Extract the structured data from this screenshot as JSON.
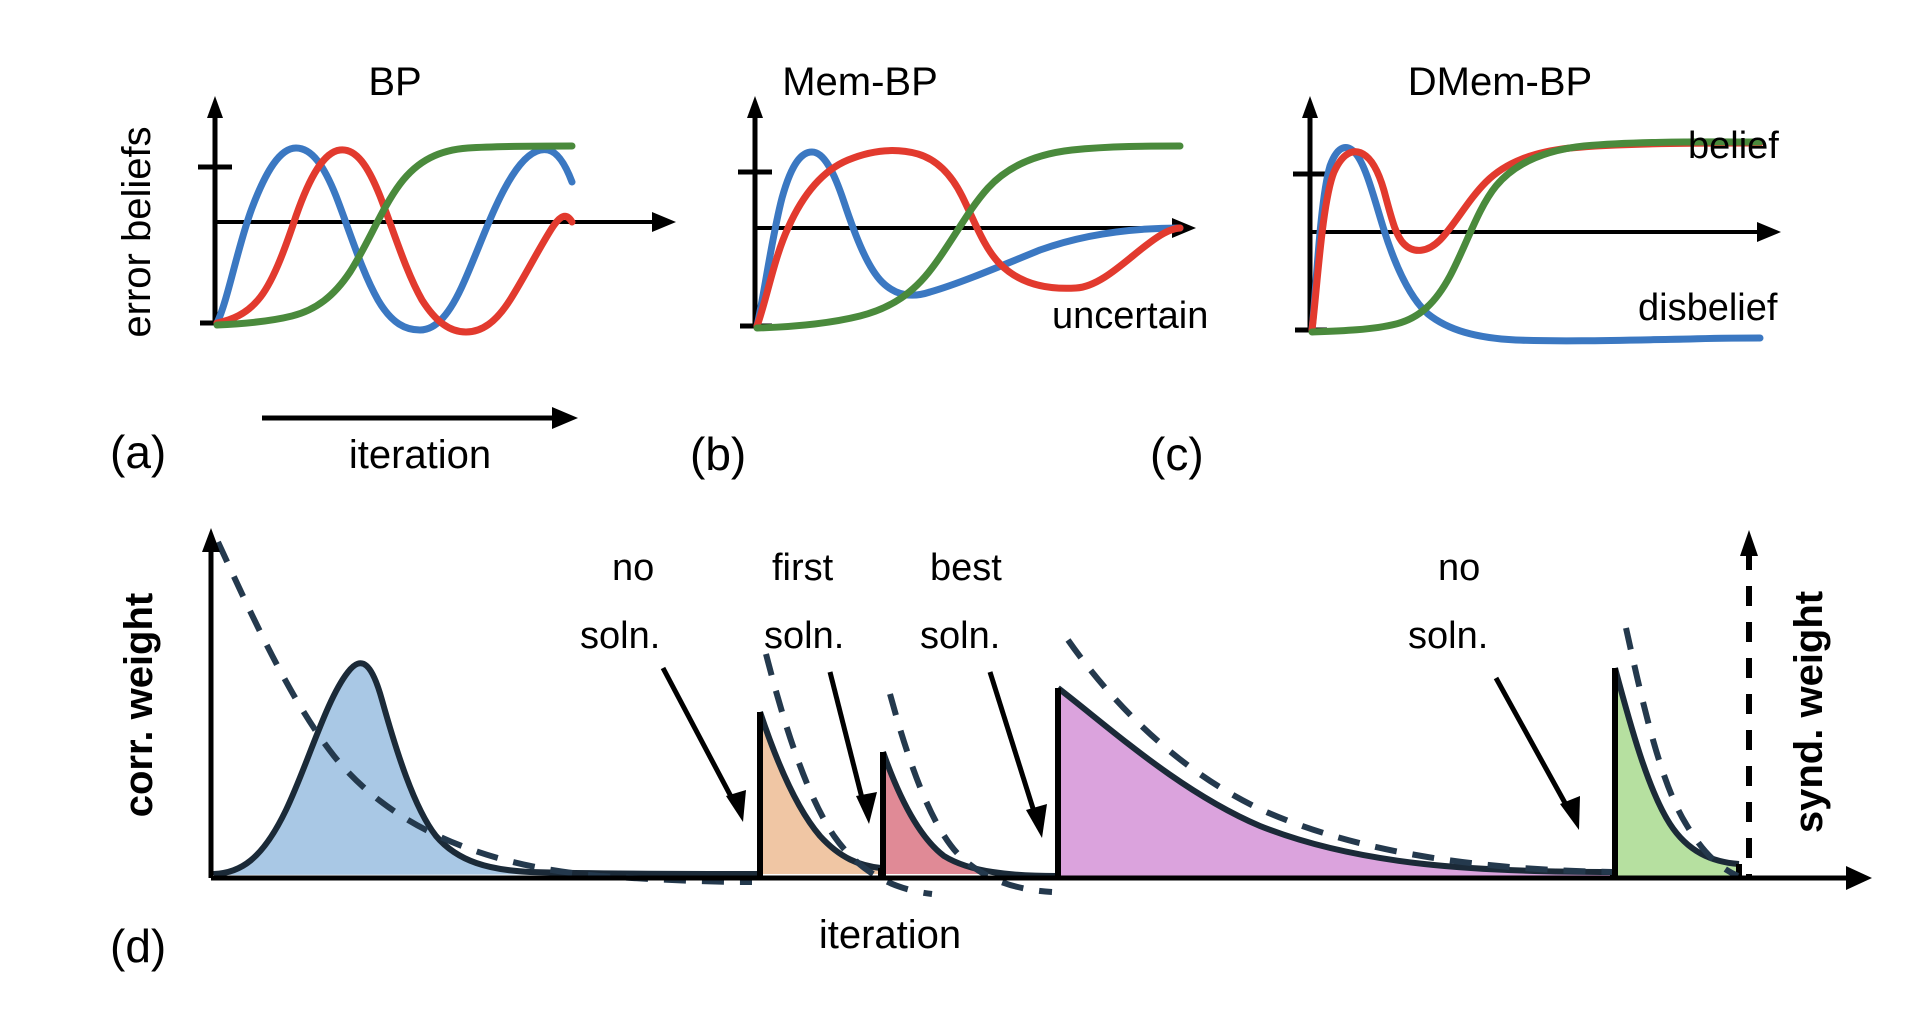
{
  "figure": {
    "background": "#ffffff",
    "colors": {
      "blue_curve": "#3b78c2",
      "red_curve": "#e23a2e",
      "green_curve": "#4a8a3c",
      "axis": "#000000",
      "region_blue": "#a9c8e5",
      "region_orange": "#f0c6a4",
      "region_red": "#e08a96",
      "region_purple": "#dba3dd",
      "region_green": "#b6e0a0",
      "region_outline": "#1b2a38",
      "dash_line": "#24394d"
    }
  },
  "panels": {
    "a": {
      "tag": "(a)",
      "title": "BP",
      "y_axis_label": "error beliefs",
      "x_axis_label": "iteration"
    },
    "b": {
      "tag": "(b)",
      "title": "Mem-BP",
      "annotation": "uncertain"
    },
    "c": {
      "tag": "(c)",
      "title": "DMem-BP",
      "label_belief": "belief",
      "label_disbelief": "disbelief"
    },
    "d": {
      "tag": "(d)",
      "y_axis_label_left": "corr. weight",
      "y_axis_label_right": "synd. weight",
      "x_axis_label": "iteration",
      "annotations": [
        {
          "line1": "no",
          "line2": "soln."
        },
        {
          "line1": "first",
          "line2": "soln."
        },
        {
          "line1": "best",
          "line2": "soln."
        },
        {
          "line1": "no",
          "line2": "soln."
        }
      ]
    }
  },
  "chart_data": [
    {
      "type": "line",
      "title": "BP",
      "xlabel": "iteration",
      "ylabel": "error beliefs",
      "grid": false,
      "legend": "none",
      "xlim": [
        0,
        1
      ],
      "ylim": [
        -1.05,
        1.25
      ],
      "series": [
        {
          "name": "blue",
          "color": "#3b78c2",
          "points": [
            [
              0.0,
              -1.0
            ],
            [
              0.07,
              -0.2
            ],
            [
              0.14,
              0.65
            ],
            [
              0.2,
              0.95
            ],
            [
              0.27,
              0.95
            ],
            [
              0.35,
              0.45
            ],
            [
              0.45,
              -0.4
            ],
            [
              0.55,
              -0.95
            ],
            [
              0.62,
              -0.97
            ],
            [
              0.72,
              -0.35
            ],
            [
              0.82,
              0.55
            ],
            [
              0.9,
              0.92
            ],
            [
              0.96,
              0.85
            ],
            [
              1.0,
              0.55
            ]
          ]
        },
        {
          "name": "red",
          "color": "#e23a2e",
          "points": [
            [
              0.0,
              -1.0
            ],
            [
              0.08,
              -0.9
            ],
            [
              0.17,
              -0.45
            ],
            [
              0.26,
              0.45
            ],
            [
              0.33,
              0.9
            ],
            [
              0.4,
              0.97
            ],
            [
              0.48,
              0.65
            ],
            [
              0.57,
              -0.1
            ],
            [
              0.67,
              -0.8
            ],
            [
              0.76,
              -1.0
            ],
            [
              0.85,
              -0.85
            ],
            [
              0.93,
              -0.4
            ],
            [
              1.0,
              0.0
            ]
          ]
        },
        {
          "name": "green",
          "color": "#4a8a3c",
          "points": [
            [
              0.0,
              -1.0
            ],
            [
              0.12,
              -0.97
            ],
            [
              0.25,
              -0.88
            ],
            [
              0.36,
              -0.7
            ],
            [
              0.46,
              -0.35
            ],
            [
              0.56,
              0.2
            ],
            [
              0.66,
              0.65
            ],
            [
              0.76,
              0.9
            ],
            [
              0.86,
              0.97
            ],
            [
              1.0,
              0.98
            ]
          ]
        }
      ]
    },
    {
      "type": "line",
      "title": "Mem-BP",
      "xlabel": "",
      "ylabel": "",
      "annotation": "uncertain",
      "grid": false,
      "xlim": [
        0,
        1
      ],
      "ylim": [
        -1.05,
        1.25
      ],
      "series": [
        {
          "name": "blue",
          "color": "#3b78c2",
          "points": [
            [
              0.0,
              -1.0
            ],
            [
              0.05,
              -0.3
            ],
            [
              0.12,
              0.6
            ],
            [
              0.18,
              0.93
            ],
            [
              0.25,
              0.8
            ],
            [
              0.33,
              0.25
            ],
            [
              0.42,
              -0.35
            ],
            [
              0.52,
              -0.62
            ],
            [
              0.62,
              -0.55
            ],
            [
              0.72,
              -0.4
            ],
            [
              0.84,
              -0.2
            ],
            [
              0.94,
              -0.1
            ],
            [
              1.0,
              -0.08
            ]
          ]
        },
        {
          "name": "red",
          "color": "#e23a2e",
          "points": [
            [
              0.0,
              -1.0
            ],
            [
              0.07,
              -0.4
            ],
            [
              0.15,
              0.2
            ],
            [
              0.25,
              0.7
            ],
            [
              0.35,
              0.92
            ],
            [
              0.43,
              0.95
            ],
            [
              0.52,
              0.78
            ],
            [
              0.62,
              0.45
            ],
            [
              0.72,
              0.15
            ],
            [
              0.82,
              -0.02
            ],
            [
              0.92,
              -0.07
            ],
            [
              1.0,
              -0.08
            ]
          ]
        },
        {
          "name": "green",
          "color": "#4a8a3c",
          "points": [
            [
              0.0,
              -1.0
            ],
            [
              0.12,
              -0.95
            ],
            [
              0.25,
              -0.88
            ],
            [
              0.38,
              -0.7
            ],
            [
              0.5,
              -0.35
            ],
            [
              0.6,
              0.15
            ],
            [
              0.7,
              0.6
            ],
            [
              0.8,
              0.85
            ],
            [
              0.9,
              0.95
            ],
            [
              1.0,
              0.97
            ]
          ]
        }
      ]
    },
    {
      "type": "line",
      "title": "DMem-BP",
      "xlabel": "",
      "ylabel": "",
      "annotations": [
        "belief",
        "disbelief"
      ],
      "grid": false,
      "xlim": [
        0,
        1
      ],
      "ylim": [
        -1.05,
        1.25
      ],
      "series": [
        {
          "name": "blue",
          "color": "#3b78c2",
          "points": [
            [
              0.0,
              -1.0
            ],
            [
              0.02,
              -0.2
            ],
            [
              0.05,
              0.55
            ],
            [
              0.08,
              0.85
            ],
            [
              0.12,
              0.82
            ],
            [
              0.2,
              0.45
            ],
            [
              0.3,
              -0.05
            ],
            [
              0.4,
              -0.5
            ],
            [
              0.5,
              -0.78
            ],
            [
              0.6,
              -0.9
            ],
            [
              0.72,
              -0.96
            ],
            [
              0.85,
              -0.98
            ],
            [
              1.0,
              -0.98
            ]
          ]
        },
        {
          "name": "red",
          "color": "#e23a2e",
          "points": [
            [
              0.0,
              -1.0
            ],
            [
              0.03,
              -0.3
            ],
            [
              0.07,
              0.5
            ],
            [
              0.11,
              0.8
            ],
            [
              0.16,
              0.8
            ],
            [
              0.24,
              0.6
            ],
            [
              0.32,
              0.45
            ],
            [
              0.4,
              0.42
            ],
            [
              0.5,
              0.52
            ],
            [
              0.6,
              0.7
            ],
            [
              0.72,
              0.88
            ],
            [
              0.85,
              0.95
            ],
            [
              1.0,
              0.96
            ]
          ]
        },
        {
          "name": "green",
          "color": "#4a8a3c",
          "points": [
            [
              0.0,
              -1.0
            ],
            [
              0.12,
              -0.97
            ],
            [
              0.25,
              -0.9
            ],
            [
              0.36,
              -0.72
            ],
            [
              0.45,
              -0.4
            ],
            [
              0.55,
              0.1
            ],
            [
              0.65,
              0.55
            ],
            [
              0.75,
              0.82
            ],
            [
              0.85,
              0.93
            ],
            [
              1.0,
              0.96
            ]
          ]
        }
      ]
    },
    {
      "type": "area",
      "title": "",
      "xlabel": "iteration",
      "ylabel": "corr. weight",
      "ylabel_right": "synd. weight",
      "grid": false,
      "segments": [
        {
          "name": "segment-1",
          "color": "#a9c8e5",
          "x_start": 0.0,
          "x_end": 0.353,
          "peak": 0.6,
          "end_height": 0.1
        },
        {
          "name": "segment-2",
          "color": "#f0c6a4",
          "x_start": 0.353,
          "x_end": 0.432,
          "peak": 0.47,
          "end_height": 0.14
        },
        {
          "name": "segment-3",
          "color": "#e08a96",
          "x_start": 0.432,
          "x_end": 0.548,
          "peak": 0.38,
          "end_height": 0.06
        },
        {
          "name": "segment-4",
          "color": "#dba3dd",
          "x_start": 0.548,
          "x_end": 0.913,
          "peak": 0.53,
          "end_height": 0.1
        },
        {
          "name": "segment-5",
          "color": "#b6e0a0",
          "x_start": 0.913,
          "x_end": 1.0,
          "peak": 0.6,
          "end_height": 0.16
        }
      ],
      "annotation_labels": [
        "no soln.",
        "first soln.",
        "best soln.",
        "no soln."
      ]
    }
  ]
}
